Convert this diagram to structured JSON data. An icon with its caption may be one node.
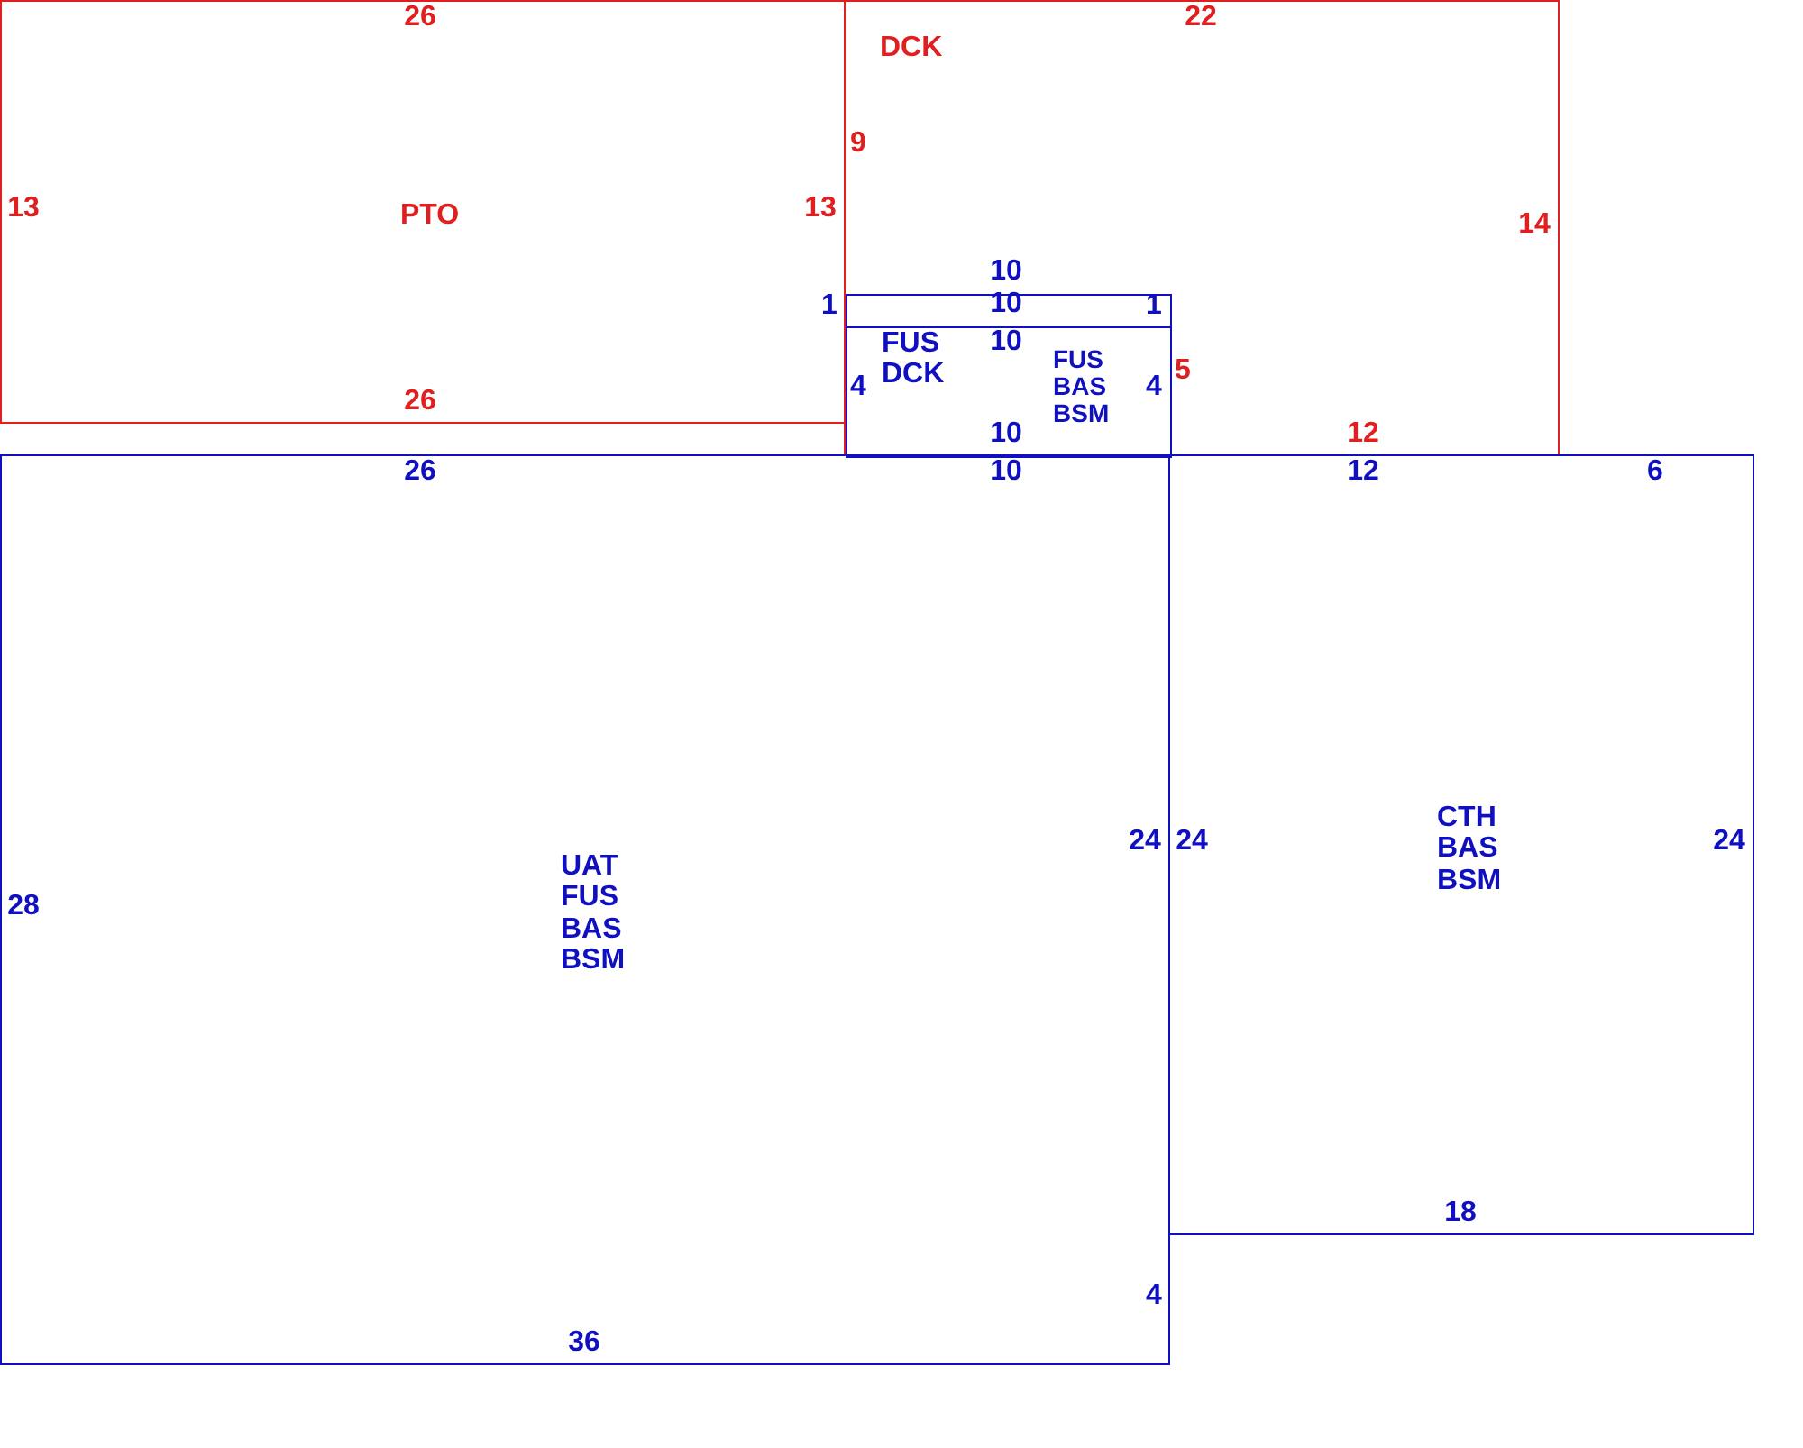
{
  "diagram": {
    "nodes": [
      {
        "text": [
          "PTO"
        ]
      },
      {
        "text": [
          "DCK"
        ]
      },
      {
        "text": [],
        "shape": "box",
        "in": 1
      },
      {
        "text": [
          "FUS DCK",
          "FUS BAS BSM"
        ],
        "in": 1
      },
      {
        "text": [
          "UAT FUS BAS BSM"
        ]
      },
      {
        "text": [
          "CTH BAS BSM"
        ]
      }
    ],
    "labels": [
      "26",
      "22",
      "9",
      "13",
      "13",
      "14",
      "26",
      "10",
      "1",
      "10",
      "1",
      "10",
      "4",
      "5",
      "4",
      "10",
      "12",
      "26",
      "10",
      "12",
      "6",
      "24",
      "24",
      "24",
      "28",
      "18",
      "4",
      "36"
    ]
  }
}
